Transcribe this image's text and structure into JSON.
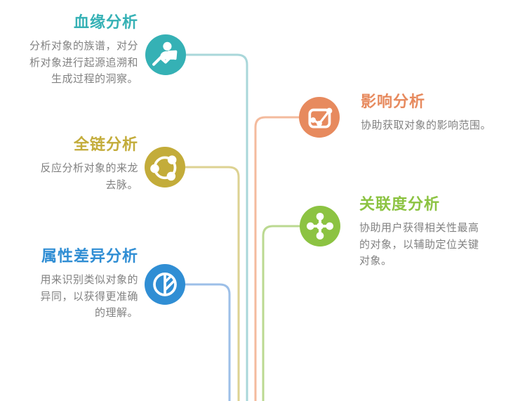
{
  "page": {
    "background_color": "#ffffff"
  },
  "items": {
    "lineage": {
      "title": "血缘分析",
      "desc": [
        "分析对象的族谱，对分",
        "析对象进行起源追溯和",
        "生成过程的洞察。"
      ],
      "side": "left",
      "color": "#35b1b5",
      "line_color": "#a9d7da",
      "icon": "person-trend-icon"
    },
    "impact": {
      "title": "影响分析",
      "desc": [
        "协助获取对象的影响范围。"
      ],
      "side": "right",
      "color": "#e78a5e",
      "line_color": "#f4bb9d",
      "icon": "chart-box-icon"
    },
    "full_chain": {
      "title": "全链分析",
      "desc": [
        "反应分析对象的来龙",
        "去脉。"
      ],
      "side": "left",
      "color": "#c3ac3a",
      "line_color": "#ddd292",
      "icon": "share-network-icon"
    },
    "correlation": {
      "title": "关联度分析",
      "desc": [
        "协助用户获得相关性最高",
        "的对象，以辅助定位关键",
        "对象。"
      ],
      "side": "right",
      "color": "#8cc342",
      "line_color": "#bbd991",
      "icon": "node-cluster-icon"
    },
    "attribute_diff": {
      "title": "属性差异分析",
      "desc": [
        "用来识别类似对象的",
        "异同，以获得更准确",
        "的理解。"
      ],
      "side": "left",
      "color": "#308ed4",
      "line_color": "#9cbfe8",
      "icon": "half-circle-compare-icon"
    }
  },
  "desc_text_color": "#828282"
}
